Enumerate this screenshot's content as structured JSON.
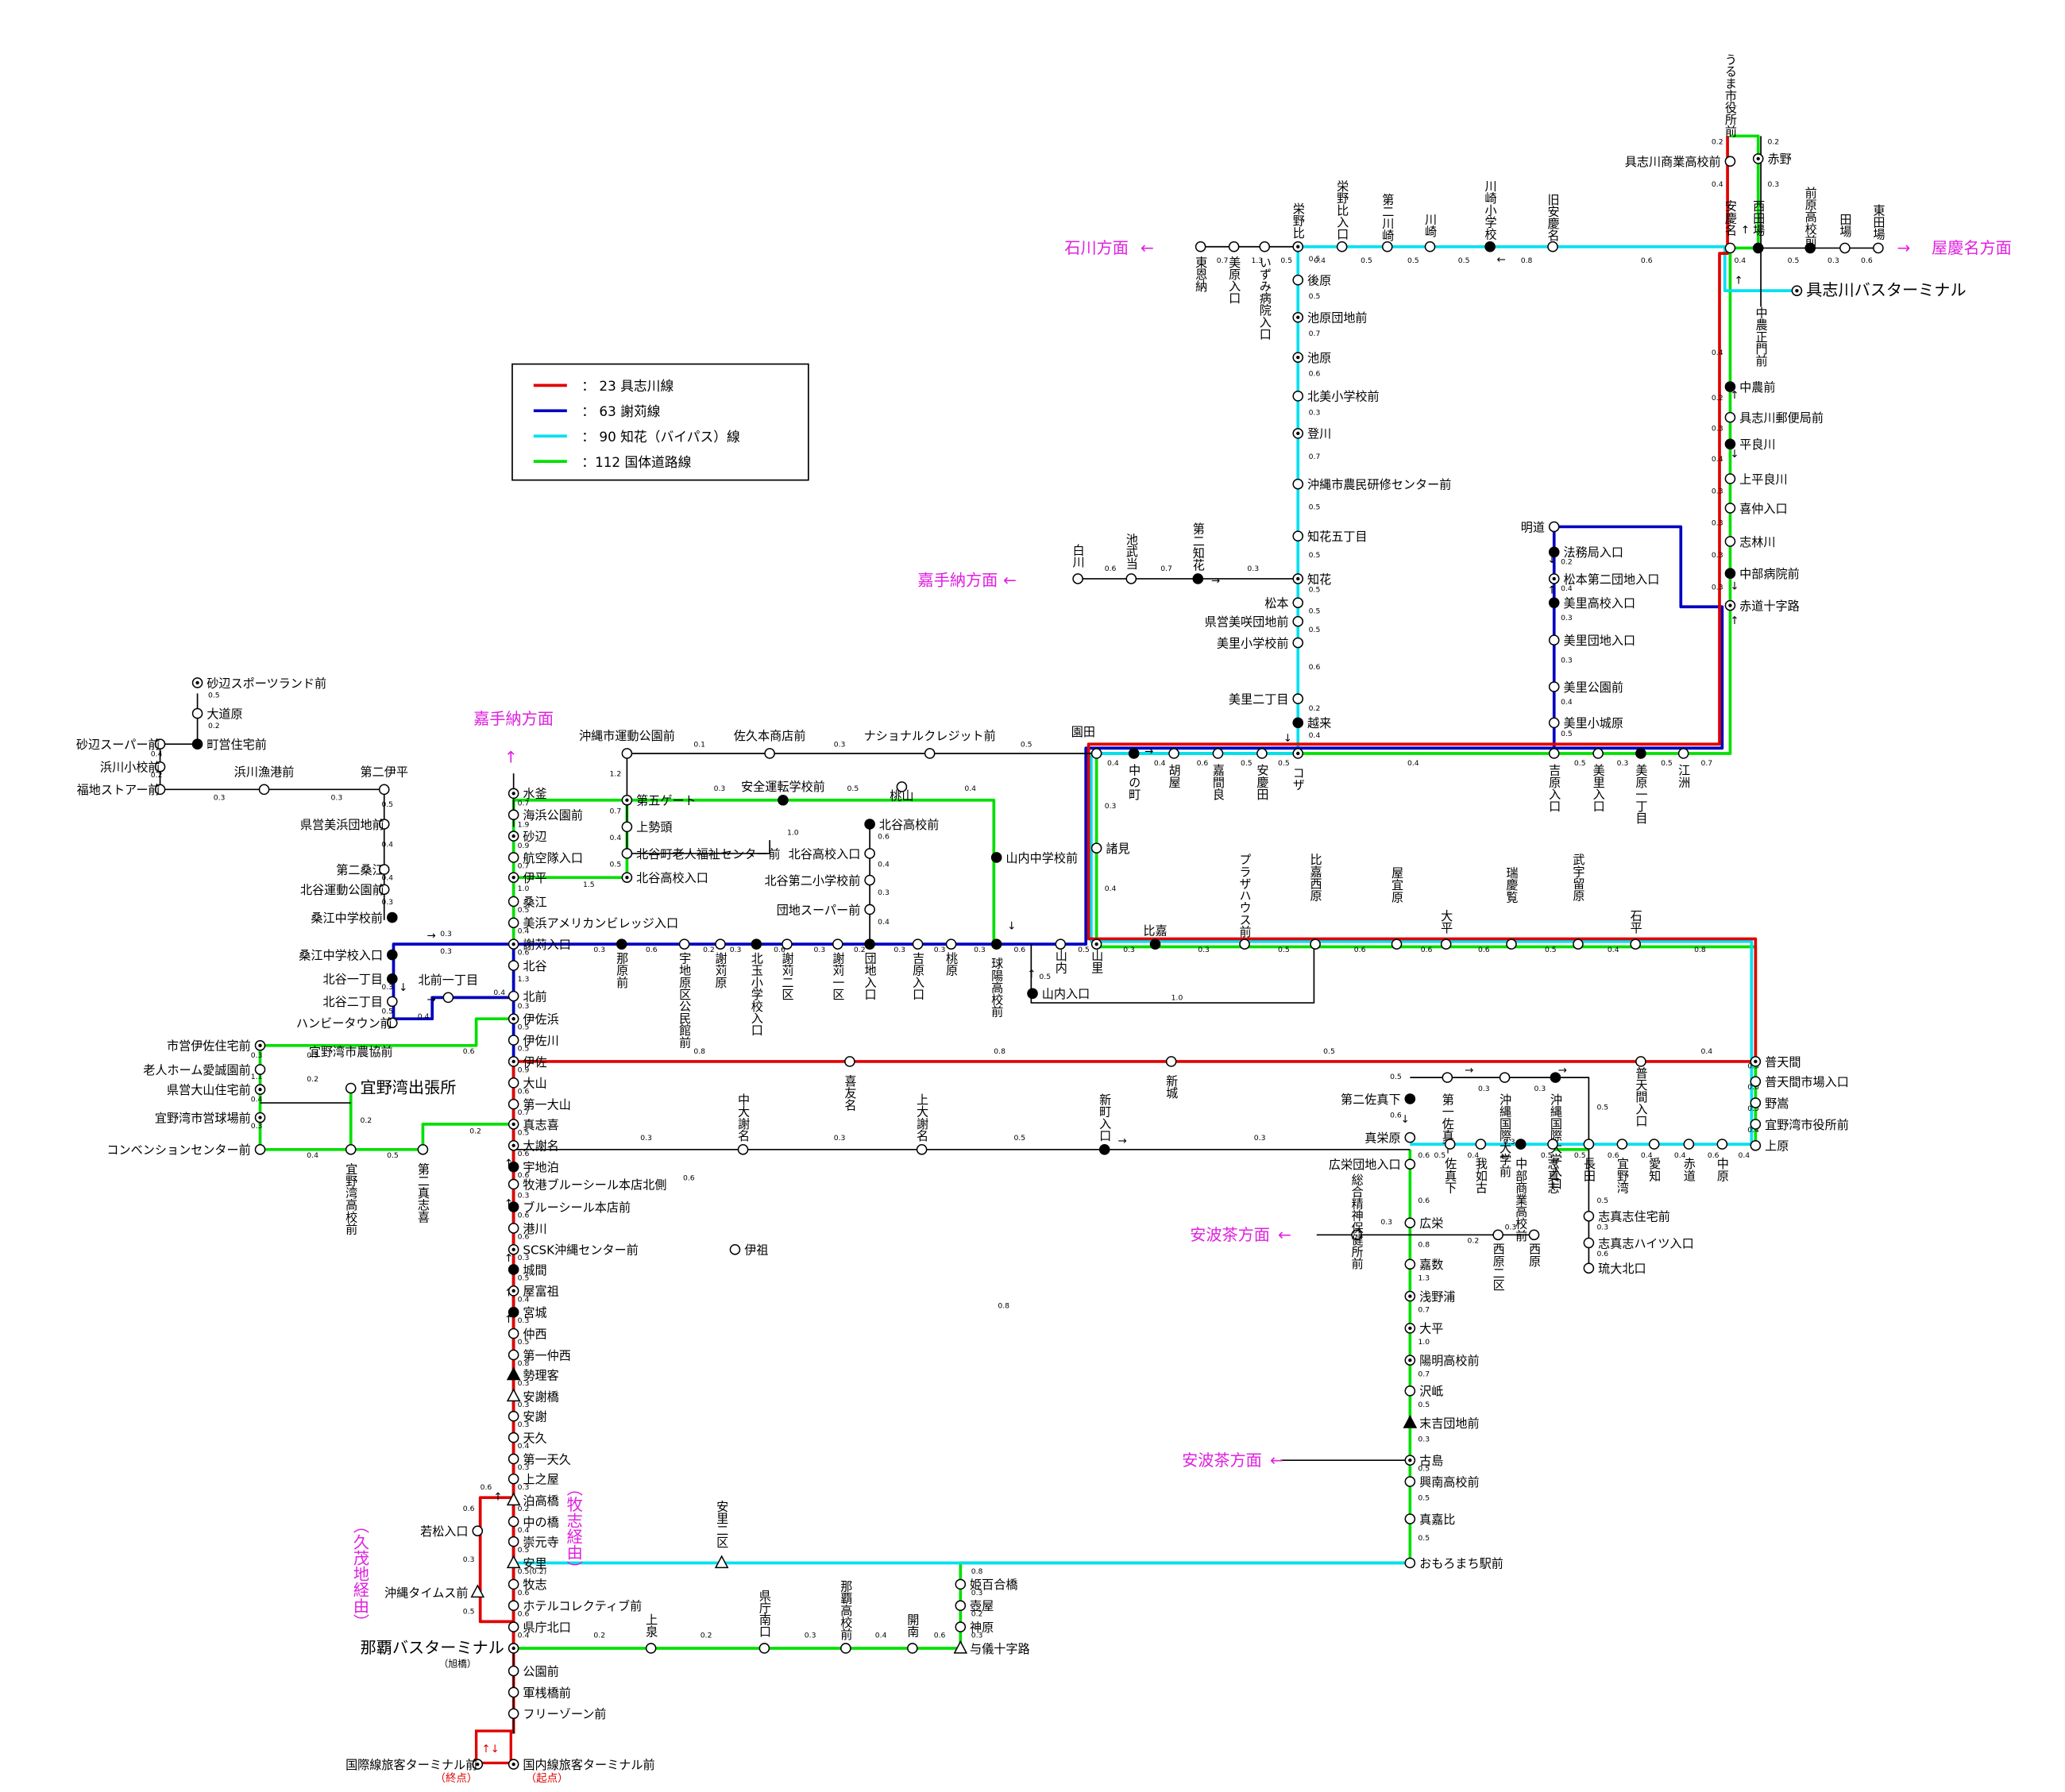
{
  "legend": [
    {
      "color": "#e00000",
      "label": "： 23  具志川線"
    },
    {
      "color": "#0000c0",
      "label": "： 63  謝苅線"
    },
    {
      "color": "#00e0f0",
      "label": "： 90  知花（バイパス）線"
    },
    {
      "color": "#00e000",
      "label": "：112  国体道路線"
    }
  ],
  "directions": {
    "ishikawa": "石川方面",
    "yakena": "屋慶名方面",
    "kadena_top": "嘉手納方面",
    "kadena_left": "嘉手納方面",
    "awase1": "安波茶方面",
    "awase2": "安波茶方面"
  },
  "notes": {
    "makishi": "（牧志経由）",
    "kumoji": "（久茂地経由）",
    "naha_sub": "（旭橋）",
    "end": "（終点）",
    "start": "（起点）"
  },
  "stops": [
    {
      "id": "s1",
      "text": "うるま市役所前",
      "v": true
    },
    {
      "id": "s2",
      "text": "具志川商業高校前"
    },
    {
      "id": "s3",
      "text": "赤野"
    },
    {
      "id": "s4",
      "text": "安慶名",
      "v": true
    },
    {
      "id": "s5",
      "text": "西田場",
      "v": true
    },
    {
      "id": "s6",
      "text": "前原高校前",
      "v": true
    },
    {
      "id": "s7",
      "text": "田場",
      "v": true
    },
    {
      "id": "s8",
      "text": "東田場",
      "v": true
    },
    {
      "id": "s9",
      "text": "具志川バスターミナル"
    },
    {
      "id": "s10",
      "text": "中農正門前",
      "v": true
    },
    {
      "id": "s11",
      "text": "中農前"
    },
    {
      "id": "s12",
      "text": "具志川郵便局前"
    },
    {
      "id": "s13",
      "text": "平良川"
    },
    {
      "id": "s14",
      "text": "上平良川"
    },
    {
      "id": "s15",
      "text": "喜仲入口"
    },
    {
      "id": "s16",
      "text": "志林川"
    },
    {
      "id": "s17",
      "text": "中部病院前"
    },
    {
      "id": "s18",
      "text": "赤道十字路"
    },
    {
      "id": "s19",
      "text": "栄野比",
      "v": true
    },
    {
      "id": "s20",
      "text": "栄野比入口",
      "v": true
    },
    {
      "id": "s21",
      "text": "第二川崎",
      "v": true
    },
    {
      "id": "s22",
      "text": "川崎",
      "v": true
    },
    {
      "id": "s23",
      "text": "川崎小学校",
      "v": true
    },
    {
      "id": "s24",
      "text": "旧安慶名",
      "v": true
    },
    {
      "id": "s25",
      "text": "東恩納",
      "v": true
    },
    {
      "id": "s26",
      "text": "美原入口",
      "v": true
    },
    {
      "id": "s27",
      "text": "いずみ病院入口",
      "v": true
    },
    {
      "id": "s28",
      "text": "後原"
    },
    {
      "id": "s29",
      "text": "池原団地前"
    },
    {
      "id": "s30",
      "text": "池原"
    },
    {
      "id": "s31",
      "text": "北美小学校前"
    },
    {
      "id": "s32",
      "text": "登川"
    },
    {
      "id": "s33",
      "text": "沖縄市農民研修センター前"
    },
    {
      "id": "s34",
      "text": "知花五丁目"
    },
    {
      "id": "s35",
      "text": "知花"
    },
    {
      "id": "s36",
      "text": "松本"
    },
    {
      "id": "s37",
      "text": "県営美咲団地前"
    },
    {
      "id": "s38",
      "text": "美里小学校前"
    },
    {
      "id": "s39",
      "text": "美里二丁目"
    },
    {
      "id": "s40",
      "text": "越来"
    },
    {
      "id": "s41",
      "text": "コザ",
      "v": true
    },
    {
      "id": "s42",
      "text": "白川",
      "v": true
    },
    {
      "id": "s43",
      "text": "池武当",
      "v": true
    },
    {
      "id": "s44",
      "text": "第二知花",
      "v": true
    },
    {
      "id": "s45",
      "text": "明道"
    },
    {
      "id": "s46",
      "text": "法務局入口"
    },
    {
      "id": "s47",
      "text": "松本第二団地入口"
    },
    {
      "id": "s48",
      "text": "美里高校入口"
    },
    {
      "id": "s49",
      "text": "美里団地入口"
    },
    {
      "id": "s50",
      "text": "美里公園前"
    },
    {
      "id": "s51",
      "text": "美里小城原"
    },
    {
      "id": "s52",
      "text": "吉原入口",
      "v": true
    },
    {
      "id": "s53",
      "text": "美里入口",
      "v": true
    },
    {
      "id": "s54",
      "text": "美原一丁目",
      "v": true
    },
    {
      "id": "s55",
      "text": "江洲",
      "v": true
    },
    {
      "id": "s56",
      "text": "園田"
    },
    {
      "id": "s57",
      "text": "中の町",
      "v": true
    },
    {
      "id": "s58",
      "text": "胡屋",
      "v": true
    },
    {
      "id": "s59",
      "text": "嘉間良",
      "v": true
    },
    {
      "id": "s60",
      "text": "安慶田",
      "v": true
    },
    {
      "id": "s61",
      "text": "諸見"
    },
    {
      "id": "s62",
      "text": "沖縄市運動公園前"
    },
    {
      "id": "s63",
      "text": "佐久本商店前"
    },
    {
      "id": "s64",
      "text": "ナショナルクレジット前"
    },
    {
      "id": "s65",
      "text": "第五ゲート"
    },
    {
      "id": "s66",
      "text": "安全運転学校前"
    },
    {
      "id": "s67",
      "text": "桃山"
    },
    {
      "id": "s68",
      "text": "上勢頭"
    },
    {
      "id": "s69",
      "text": "北谷町老人福祉センター前"
    },
    {
      "id": "s70",
      "text": "北谷高校入口"
    },
    {
      "id": "s71",
      "text": "北谷高校前"
    },
    {
      "id": "s72",
      "text": "北谷高校入口"
    },
    {
      "id": "s73",
      "text": "北谷第二小学校前"
    },
    {
      "id": "s74",
      "text": "団地スーパー前"
    },
    {
      "id": "s75",
      "text": "山内中学校前"
    },
    {
      "id": "s76",
      "text": "山内",
      "v": true
    },
    {
      "id": "s77",
      "text": "山里",
      "v": true
    },
    {
      "id": "s78",
      "text": "山内入口"
    },
    {
      "id": "s79",
      "text": "比嘉"
    },
    {
      "id": "s80",
      "text": "プラザハウス前",
      "v": true
    },
    {
      "id": "s81",
      "text": "比嘉西原",
      "v": true
    },
    {
      "id": "s82",
      "text": "屋宜原",
      "v": true
    },
    {
      "id": "s83",
      "text": "大平",
      "v": true
    },
    {
      "id": "s84",
      "text": "瑞慶覧",
      "v": true
    },
    {
      "id": "s85",
      "text": "武宇留原",
      "v": true
    },
    {
      "id": "s86",
      "text": "石平",
      "v": true
    },
    {
      "id": "s87",
      "text": "球陽高校前",
      "v": true
    },
    {
      "id": "s88",
      "text": "桃原",
      "v": true
    },
    {
      "id": "s89",
      "text": "吉原入口",
      "v": true
    },
    {
      "id": "s90",
      "text": "団地入口",
      "v": true
    },
    {
      "id": "s91",
      "text": "謝苅一区",
      "v": true
    },
    {
      "id": "s92",
      "text": "謝苅二区",
      "v": true
    },
    {
      "id": "s93",
      "text": "北玉小学校入口",
      "v": true
    },
    {
      "id": "s94",
      "text": "謝苅原",
      "v": true
    },
    {
      "id": "s95",
      "text": "宇地原区公民館前",
      "v": true
    },
    {
      "id": "s96",
      "text": "那原前",
      "v": true
    },
    {
      "id": "s97",
      "text": "砂辺スポーツランド前"
    },
    {
      "id": "s98",
      "text": "大道原"
    },
    {
      "id": "s99",
      "text": "町営住宅前"
    },
    {
      "id": "s100",
      "text": "砂辺スーパー前"
    },
    {
      "id": "s101",
      "text": "浜川小校前"
    },
    {
      "id": "s102",
      "text": "福地ストアー前"
    },
    {
      "id": "s103",
      "text": "浜川漁港前"
    },
    {
      "id": "s104",
      "text": "第二伊平"
    },
    {
      "id": "s105",
      "text": "県営美浜団地前"
    },
    {
      "id": "s106",
      "text": "第二桑江"
    },
    {
      "id": "s107",
      "text": "北谷運動公園前"
    },
    {
      "id": "s108",
      "text": "桑江中学校前"
    },
    {
      "id": "s109",
      "text": "桑江中学校入口"
    },
    {
      "id": "s110",
      "text": "北谷一丁目"
    },
    {
      "id": "s111",
      "text": "北谷二丁目"
    },
    {
      "id": "s112",
      "text": "ハンビータウン前"
    },
    {
      "id": "s113",
      "text": "北前一丁目"
    },
    {
      "id": "s114",
      "text": "水釜"
    },
    {
      "id": "s115",
      "text": "海浜公園前"
    },
    {
      "id": "s116",
      "text": "砂辺"
    },
    {
      "id": "s117",
      "text": "航空隊入口"
    },
    {
      "id": "s118",
      "text": "伊平"
    },
    {
      "id": "s119",
      "text": "桑江"
    },
    {
      "id": "s120",
      "text": "美浜アメリカンビレッジ入口"
    },
    {
      "id": "s121",
      "text": "謝苅入口"
    },
    {
      "id": "s122",
      "text": "北谷"
    },
    {
      "id": "s123",
      "text": "北前"
    },
    {
      "id": "s124",
      "text": "伊佐浜"
    },
    {
      "id": "s125",
      "text": "伊佐川"
    },
    {
      "id": "s126",
      "text": "伊佐"
    },
    {
      "id": "s127",
      "text": "大山"
    },
    {
      "id": "s128",
      "text": "第一大山"
    },
    {
      "id": "s129",
      "text": "真志喜"
    },
    {
      "id": "s130",
      "text": "大謝名"
    },
    {
      "id": "s131",
      "text": "宇地泊"
    },
    {
      "id": "s132",
      "text": "牧港ブルーシール本店北側"
    },
    {
      "id": "s133",
      "text": "ブルーシール本店前"
    },
    {
      "id": "s134",
      "text": "港川"
    },
    {
      "id": "s135",
      "text": "SCSK沖縄センター前"
    },
    {
      "id": "s136",
      "text": "城間"
    },
    {
      "id": "s137",
      "text": "屋富祖"
    },
    {
      "id": "s138",
      "text": "宮城"
    },
    {
      "id": "s139",
      "text": "仲西"
    },
    {
      "id": "s140",
      "text": "第一仲西"
    },
    {
      "id": "s141",
      "text": "勢理客"
    },
    {
      "id": "s142",
      "text": "安謝橋"
    },
    {
      "id": "s143",
      "text": "安謝"
    },
    {
      "id": "s144",
      "text": "天久"
    },
    {
      "id": "s145",
      "text": "第一天久"
    },
    {
      "id": "s146",
      "text": "上之屋"
    },
    {
      "id": "s147",
      "text": "泊高橋"
    },
    {
      "id": "s148",
      "text": "中の橋"
    },
    {
      "id": "s149",
      "text": "崇元寺"
    },
    {
      "id": "s150",
      "text": "安里"
    },
    {
      "id": "s151",
      "text": "牧志"
    },
    {
      "id": "s152",
      "text": "ホテルコレクティブ前"
    },
    {
      "id": "s153",
      "text": "県庁北口"
    },
    {
      "id": "s154",
      "text": "那覇バスターミナル"
    },
    {
      "id": "s155",
      "text": "公園前"
    },
    {
      "id": "s156",
      "text": "軍桟橋前"
    },
    {
      "id": "s157",
      "text": "フリーゾーン前"
    },
    {
      "id": "s158",
      "text": "国際線旅客ターミナル前"
    },
    {
      "id": "s159",
      "text": "国内線旅客ターミナル前"
    },
    {
      "id": "s160",
      "text": "若松入口"
    },
    {
      "id": "s161",
      "text": "沖縄タイムス前"
    },
    {
      "id": "s162",
      "text": "市営伊佐住宅前"
    },
    {
      "id": "s163",
      "text": "老人ホーム愛誠園前"
    },
    {
      "id": "s164",
      "text": "県営大山住宅前"
    },
    {
      "id": "s165",
      "text": "宜野湾市営球場前"
    },
    {
      "id": "s166",
      "text": "コンベンションセンター前"
    },
    {
      "id": "s167",
      "text": "宜野湾市農協前"
    },
    {
      "id": "s168",
      "text": "宜野湾出張所"
    },
    {
      "id": "s169",
      "text": "宜野湾高校前",
      "v": true
    },
    {
      "id": "s170",
      "text": "第二真志喜",
      "v": true
    },
    {
      "id": "s171",
      "text": "喜友名",
      "v": true
    },
    {
      "id": "s172",
      "text": "新城",
      "v": true
    },
    {
      "id": "s173",
      "text": "中大謝名",
      "v": true
    },
    {
      "id": "s174",
      "text": "上大謝名",
      "v": true
    },
    {
      "id": "s175",
      "text": "新町入口",
      "v": true
    },
    {
      "id": "s176",
      "text": "伊祖"
    },
    {
      "id": "s177",
      "text": "普天間"
    },
    {
      "id": "s178",
      "text": "普天間市場入口"
    },
    {
      "id": "s179",
      "text": "野嵩"
    },
    {
      "id": "s180",
      "text": "宜野湾市役所前"
    },
    {
      "id": "s181",
      "text": "上原"
    },
    {
      "id": "s182",
      "text": "普天間入口",
      "v": true
    },
    {
      "id": "s183",
      "text": "第二佐真下"
    },
    {
      "id": "s184",
      "text": "第一佐真下",
      "v": true
    },
    {
      "id": "s185",
      "text": "沖縄国際大学前",
      "v": true
    },
    {
      "id": "s186",
      "text": "沖縄国際大学入口",
      "v": true
    },
    {
      "id": "s187",
      "text": "真栄原"
    },
    {
      "id": "s188",
      "text": "佐真下",
      "v": true
    },
    {
      "id": "s189",
      "text": "我如古",
      "v": true
    },
    {
      "id": "s190",
      "text": "中部商業高校前",
      "v": true
    },
    {
      "id": "s191",
      "text": "志真志",
      "v": true
    },
    {
      "id": "s192",
      "text": "長田",
      "v": true
    },
    {
      "id": "s193",
      "text": "宜野湾",
      "v": true
    },
    {
      "id": "s194",
      "text": "愛知",
      "v": true
    },
    {
      "id": "s195",
      "text": "赤道",
      "v": true
    },
    {
      "id": "s196",
      "text": "中原",
      "v": true
    },
    {
      "id": "s197",
      "text": "志真志住宅前"
    },
    {
      "id": "s198",
      "text": "志真志ハイツ入口"
    },
    {
      "id": "s199",
      "text": "琉大北口"
    },
    {
      "id": "s200",
      "text": "広栄団地入口"
    },
    {
      "id": "s201",
      "text": "総合精神保健所前",
      "v": true
    },
    {
      "id": "s202",
      "text": "広栄"
    },
    {
      "id": "s203",
      "text": "西原二区",
      "v": true
    },
    {
      "id": "s204",
      "text": "西原",
      "v": true
    },
    {
      "id": "s205",
      "text": "嘉数"
    },
    {
      "id": "s206",
      "text": "浅野浦"
    },
    {
      "id": "s207",
      "text": "大平"
    },
    {
      "id": "s208",
      "text": "陽明高校前"
    },
    {
      "id": "s209",
      "text": "沢岻"
    },
    {
      "id": "s210",
      "text": "末吉団地前"
    },
    {
      "id": "s211",
      "text": "古島"
    },
    {
      "id": "s212",
      "text": "興南高校前"
    },
    {
      "id": "s213",
      "text": "真嘉比"
    },
    {
      "id": "s214",
      "text": "おもろまち駅前"
    },
    {
      "id": "s215",
      "text": "安里二区",
      "v": true
    },
    {
      "id": "s216",
      "text": "姫百合橋"
    },
    {
      "id": "s217",
      "text": "壺屋"
    },
    {
      "id": "s218",
      "text": "神原"
    },
    {
      "id": "s219",
      "text": "与儀十字路"
    },
    {
      "id": "s220",
      "text": "開南",
      "v": true
    },
    {
      "id": "s221",
      "text": "那覇高校前",
      "v": true
    },
    {
      "id": "s222",
      "text": "県庁南口",
      "v": true
    },
    {
      "id": "s223",
      "text": "上泉",
      "v": true
    }
  ]
}
